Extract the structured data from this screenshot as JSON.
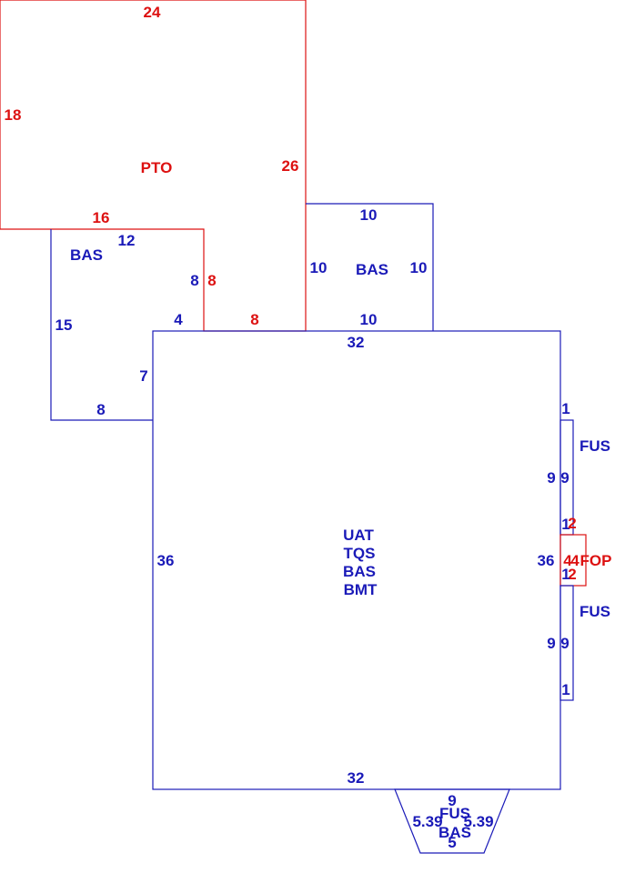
{
  "colors": {
    "blue": "#1a1ab8",
    "red": "#dd1111"
  },
  "pto": {
    "name": "PTO",
    "top": "24",
    "left": "18",
    "right": "26",
    "bottom": "16"
  },
  "bas_left": {
    "name": "BAS",
    "top": "12",
    "left": "15",
    "right_upper": "8",
    "right_upper_red": "8",
    "step": "4",
    "right_lower": "7",
    "bottom": "8"
  },
  "connector": {
    "bottom": "8"
  },
  "bas_mid": {
    "name": "BAS",
    "top": "10",
    "left": "10",
    "right": "10",
    "bottom": "10"
  },
  "main": {
    "names": [
      "UAT",
      "TQS",
      "BAS",
      "BMT"
    ],
    "top": "32",
    "bottom": "32",
    "left": "36",
    "right": "36"
  },
  "fus_upper": {
    "name": "FUS",
    "top": "1",
    "left": "9",
    "right": "9",
    "bottom": "1"
  },
  "fop": {
    "name": "FOP",
    "top": "2",
    "bottom": "2",
    "left": "4",
    "right": "4"
  },
  "fus_lower": {
    "name": "FUS",
    "top": "1",
    "left": "9",
    "right": "9",
    "bottom": "1"
  },
  "bay": {
    "names": [
      "FUS",
      "BAS"
    ],
    "top": "9",
    "left": "5.39",
    "right": "5.39",
    "bottom": "5"
  }
}
